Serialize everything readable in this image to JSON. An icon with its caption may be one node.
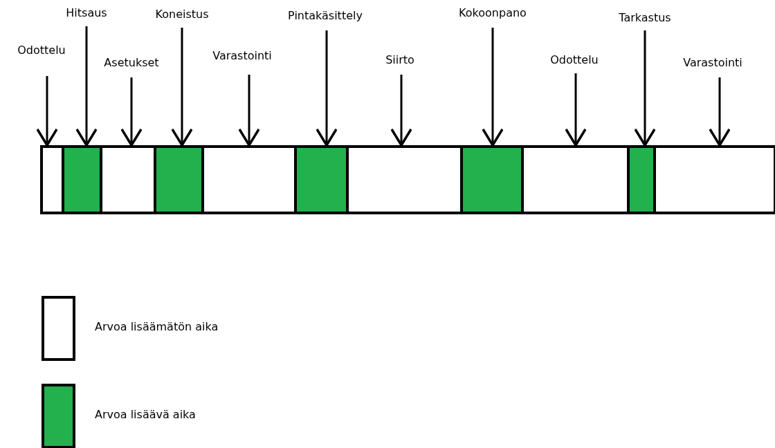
{
  "diagram": {
    "nodes": [
      {
        "text": [
          "Odottelu"
        ]
      },
      {
        "text": [
          "Hitsaus"
        ]
      },
      {
        "text": [
          "Asetukset"
        ]
      },
      {
        "text": [
          "Koneistus"
        ]
      },
      {
        "text": [
          "Varastointi"
        ]
      },
      {
        "text": [
          "Pintakäsittely"
        ]
      },
      {
        "text": [
          "Siirto"
        ]
      },
      {
        "text": [
          "Kokoonpano"
        ]
      },
      {
        "text": [
          "Odottelu"
        ]
      },
      {
        "text": [
          "Tarkastus"
        ]
      },
      {
        "text": [
          "Varastointi"
        ]
      },
      {
        "text": [],
        "shape": "box"
      },
      {
        "text": [],
        "shape": "box"
      },
      {
        "text": [],
        "shape": "box"
      },
      {
        "text": [],
        "shape": "box"
      },
      {
        "text": [],
        "shape": "box"
      },
      {
        "text": [],
        "shape": "box"
      },
      {
        "text": [],
        "shape": "box"
      },
      {
        "text": [],
        "shape": "box"
      },
      {
        "text": [],
        "shape": "box"
      },
      {
        "text": [],
        "shape": "box"
      },
      {
        "text": [],
        "shape": "box"
      }
    ],
    "edges": [
      {
        "from": 0,
        "to": 11,
        "arrow": "to"
      },
      {
        "from": 1,
        "to": 12,
        "arrow": "to"
      },
      {
        "from": 2,
        "to": 13,
        "arrow": "to"
      },
      {
        "from": 3,
        "to": 14,
        "arrow": "to"
      },
      {
        "from": 4,
        "to": 15,
        "arrow": "to"
      },
      {
        "from": 5,
        "to": 16,
        "arrow": "to"
      },
      {
        "from": 6,
        "to": 17,
        "arrow": "to"
      },
      {
        "from": 7,
        "to": 18,
        "arrow": "to"
      },
      {
        "from": 8,
        "to": 19,
        "arrow": "to"
      },
      {
        "from": 9,
        "to": 20,
        "arrow": "to"
      },
      {
        "from": 10,
        "to": 21,
        "arrow": "to"
      }
    ],
    "legend": [
      {
        "text": "Arvoa lisäämätön aika",
        "color": "#ffffff"
      },
      {
        "text": "Arvoa lisäävä aika",
        "color": "#22b14c"
      }
    ]
  }
}
